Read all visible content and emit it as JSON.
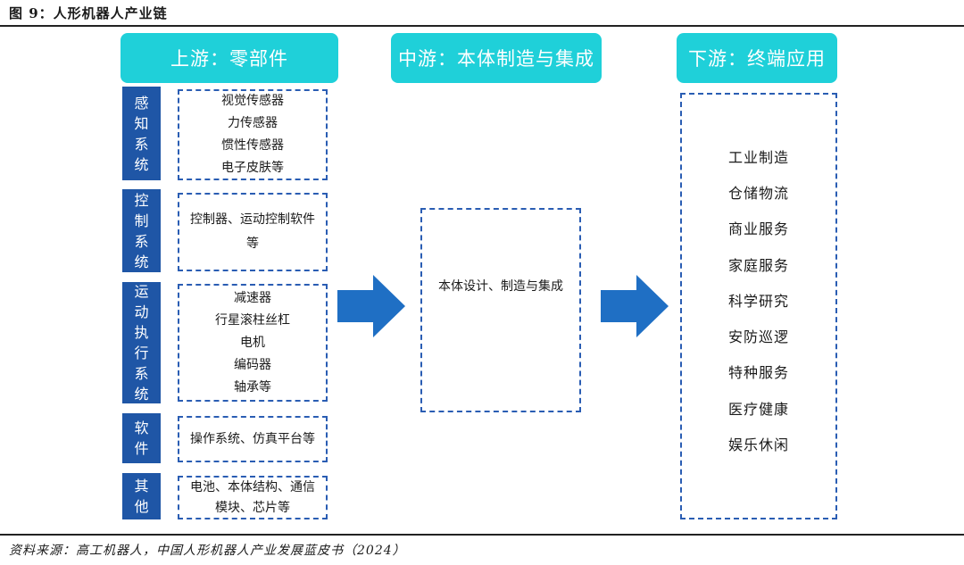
{
  "figure": {
    "title": "图 9：人形机器人产业链",
    "source": "资料来源：高工机器人，中国人形机器人产业发展蓝皮书（2024）"
  },
  "upstream": {
    "header": "上游：零部件",
    "categories": [
      {
        "name": "感知系统",
        "items": [
          "视觉传感器",
          "力传感器",
          "惯性传感器",
          "电子皮肤等"
        ]
      },
      {
        "name": "控制系统",
        "items": [
          "控制器、运动控制软件等"
        ]
      },
      {
        "name": "运动执行系统",
        "items": [
          "减速器",
          "行星滚柱丝杠",
          "电机",
          "编码器",
          "轴承等"
        ]
      },
      {
        "name": "软件",
        "items": [
          "操作系统、仿真平台等"
        ]
      },
      {
        "name": "其他",
        "items": [
          "电池、本体结构、通信模块、芯片等"
        ]
      }
    ]
  },
  "midstream": {
    "header": "中游：本体制造与集成",
    "content": "本体设计、制造与集成"
  },
  "downstream": {
    "header": "下游：终端应用",
    "items": [
      "工业制造",
      "仓储物流",
      "商业服务",
      "家庭服务",
      "科学研究",
      "安防巡逻",
      "特种服务",
      "医疗健康",
      "娱乐休闲"
    ]
  },
  "colors": {
    "header_bg": "#1fd0d9",
    "category_bg": "#1f56a6",
    "dash_border": "#2a5db3",
    "arrow": "#1f6fc4"
  }
}
